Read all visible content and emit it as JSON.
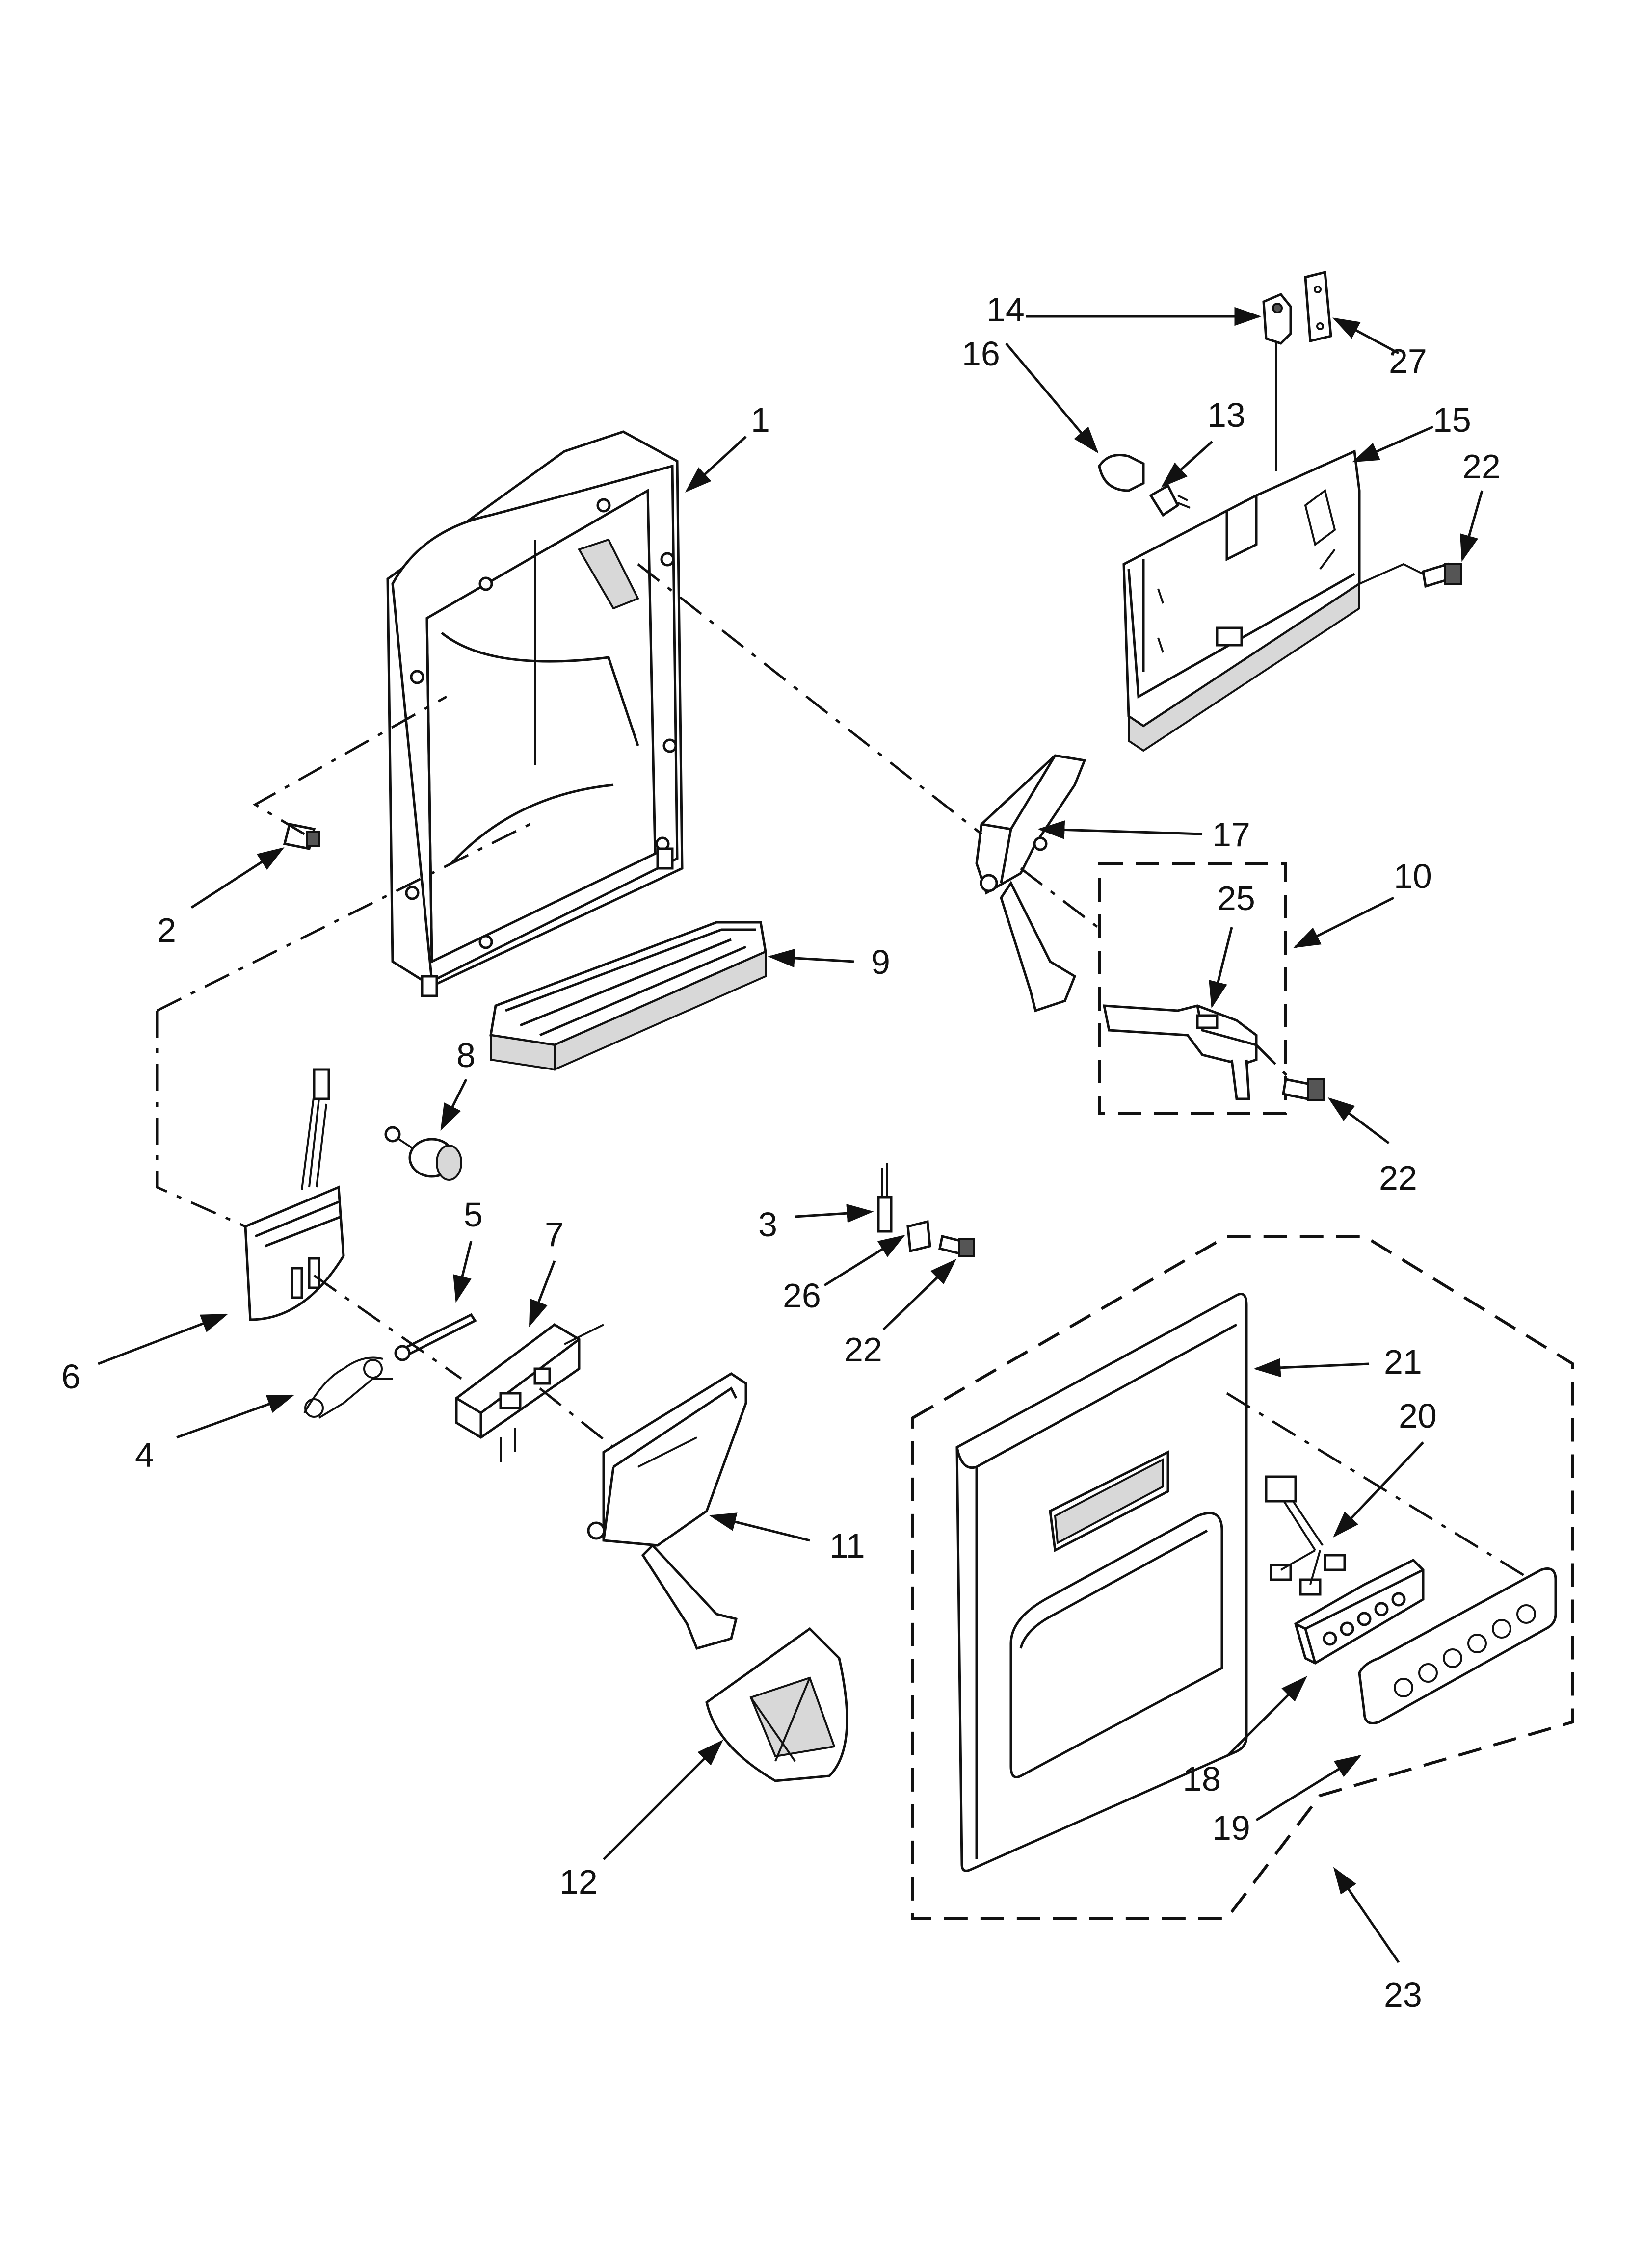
{
  "labels": {
    "p1": "1",
    "p2": "2",
    "p3": "3",
    "p4": "4",
    "p5": "5",
    "p6": "6",
    "p7": "7",
    "p8": "8",
    "p9": "9",
    "p10": "10",
    "p11": "11",
    "p12": "12",
    "p13": "13",
    "p14": "14",
    "p15": "15",
    "p16": "16",
    "p17": "17",
    "p18": "18",
    "p19": "19",
    "p20": "20",
    "p21": "21",
    "p22a": "22",
    "p22b": "22",
    "p22c": "22",
    "p23": "23",
    "p25": "25",
    "p26": "26",
    "p27": "27"
  },
  "colors": {
    "ink": "#111111",
    "background": "#ffffff",
    "shade": "#d8d8d8"
  }
}
